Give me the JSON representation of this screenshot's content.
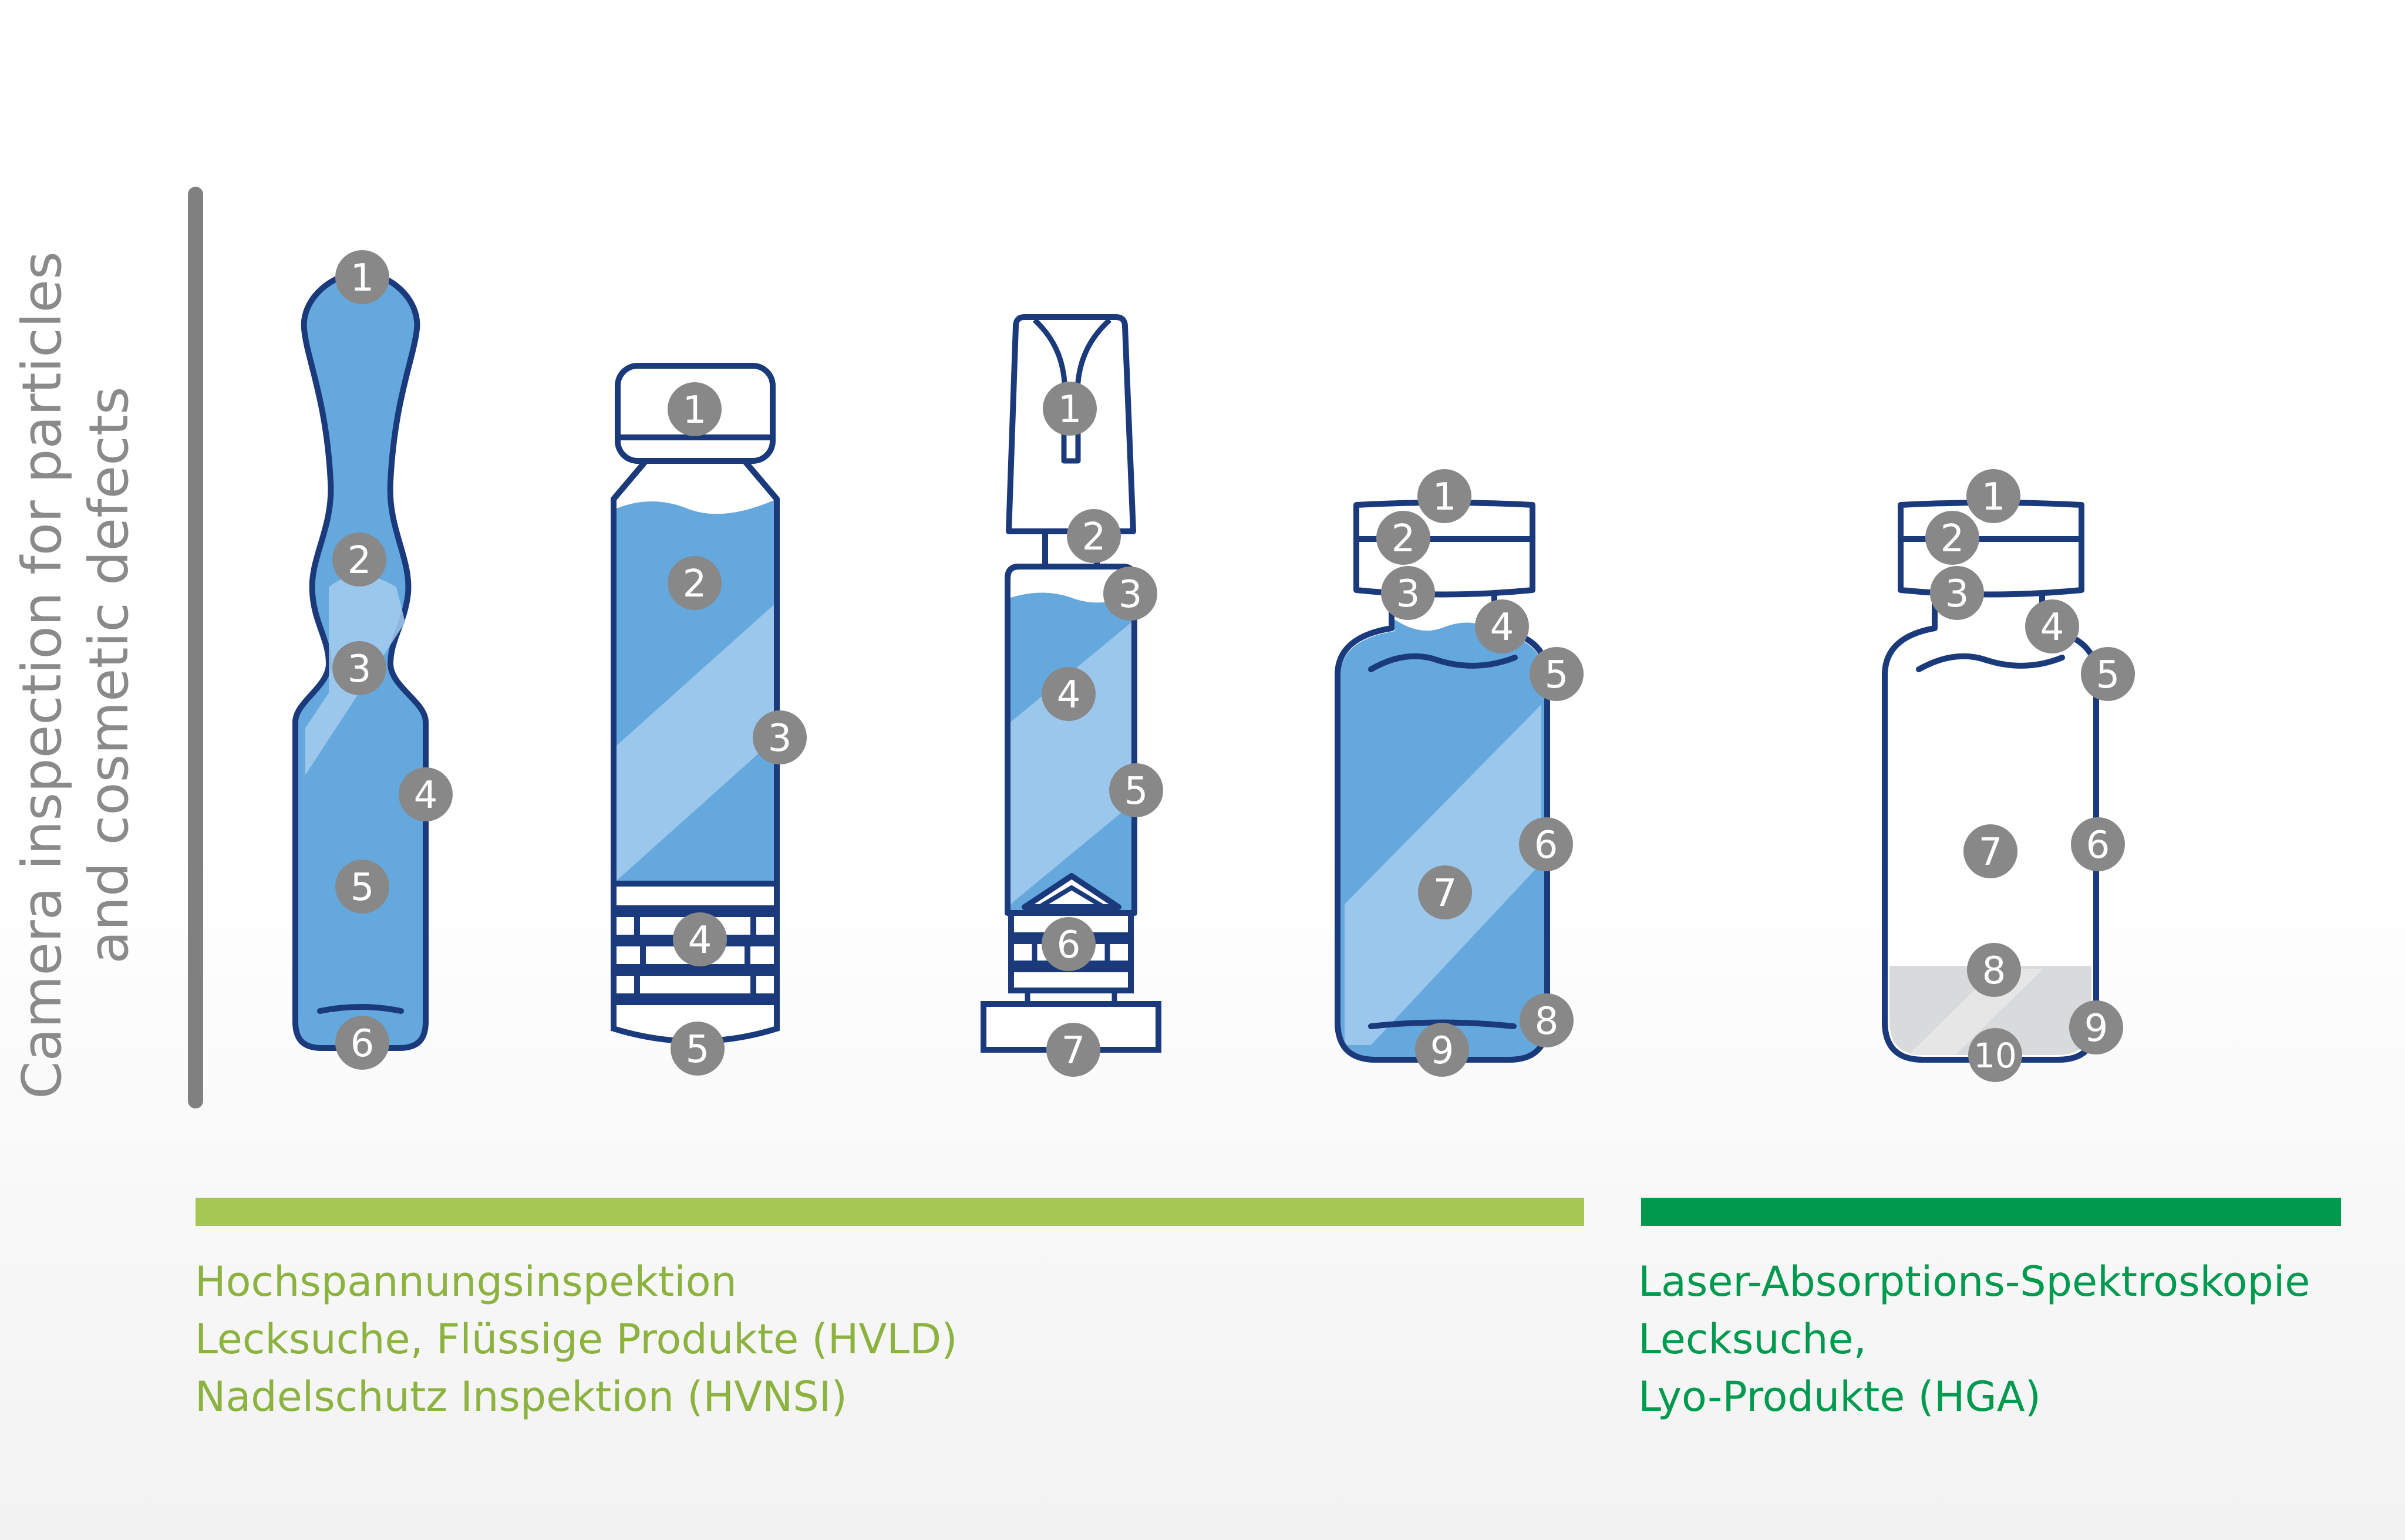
{
  "side_title": {
    "line1": "Camera inspection for particles",
    "line2": "and cosmetic defects"
  },
  "captions": {
    "left": {
      "line1": "Hochspannungsinspektion",
      "line2": "Lecksuche, Flüssige Produkte (HVLD)",
      "line3": "Nadelschutz Inspektion (HVNSI)"
    },
    "right": {
      "line1": "Laser-Absorptions-Spektroskopie",
      "line2": "Lecksuche,",
      "line3": "Lyo-Produkte (HGA)"
    }
  },
  "colors": {
    "outline": "#1a3a7c",
    "liquid": "#65a8dd",
    "liquid_highlight": "#a6cdee",
    "badge": "#888888",
    "badge_text": "#ffffff",
    "bar_left": "#a6c753",
    "bar_right": "#009a4e",
    "axis_line": "#808080",
    "lyo_cake": "#d9dadc"
  },
  "containers": [
    {
      "name": "ampoule",
      "markers": [
        "1",
        "2",
        "3",
        "4",
        "5",
        "6"
      ]
    },
    {
      "name": "cartridge-bottle",
      "markers": [
        "1",
        "2",
        "3",
        "4",
        "5"
      ]
    },
    {
      "name": "syringe",
      "markers": [
        "1",
        "2",
        "3",
        "4",
        "5",
        "6",
        "7"
      ]
    },
    {
      "name": "liquid-vial",
      "markers": [
        "1",
        "2",
        "3",
        "4",
        "5",
        "6",
        "7",
        "8",
        "9"
      ]
    },
    {
      "name": "lyo-vial",
      "markers": [
        "1",
        "2",
        "3",
        "4",
        "5",
        "6",
        "7",
        "8",
        "9",
        "10"
      ]
    }
  ]
}
